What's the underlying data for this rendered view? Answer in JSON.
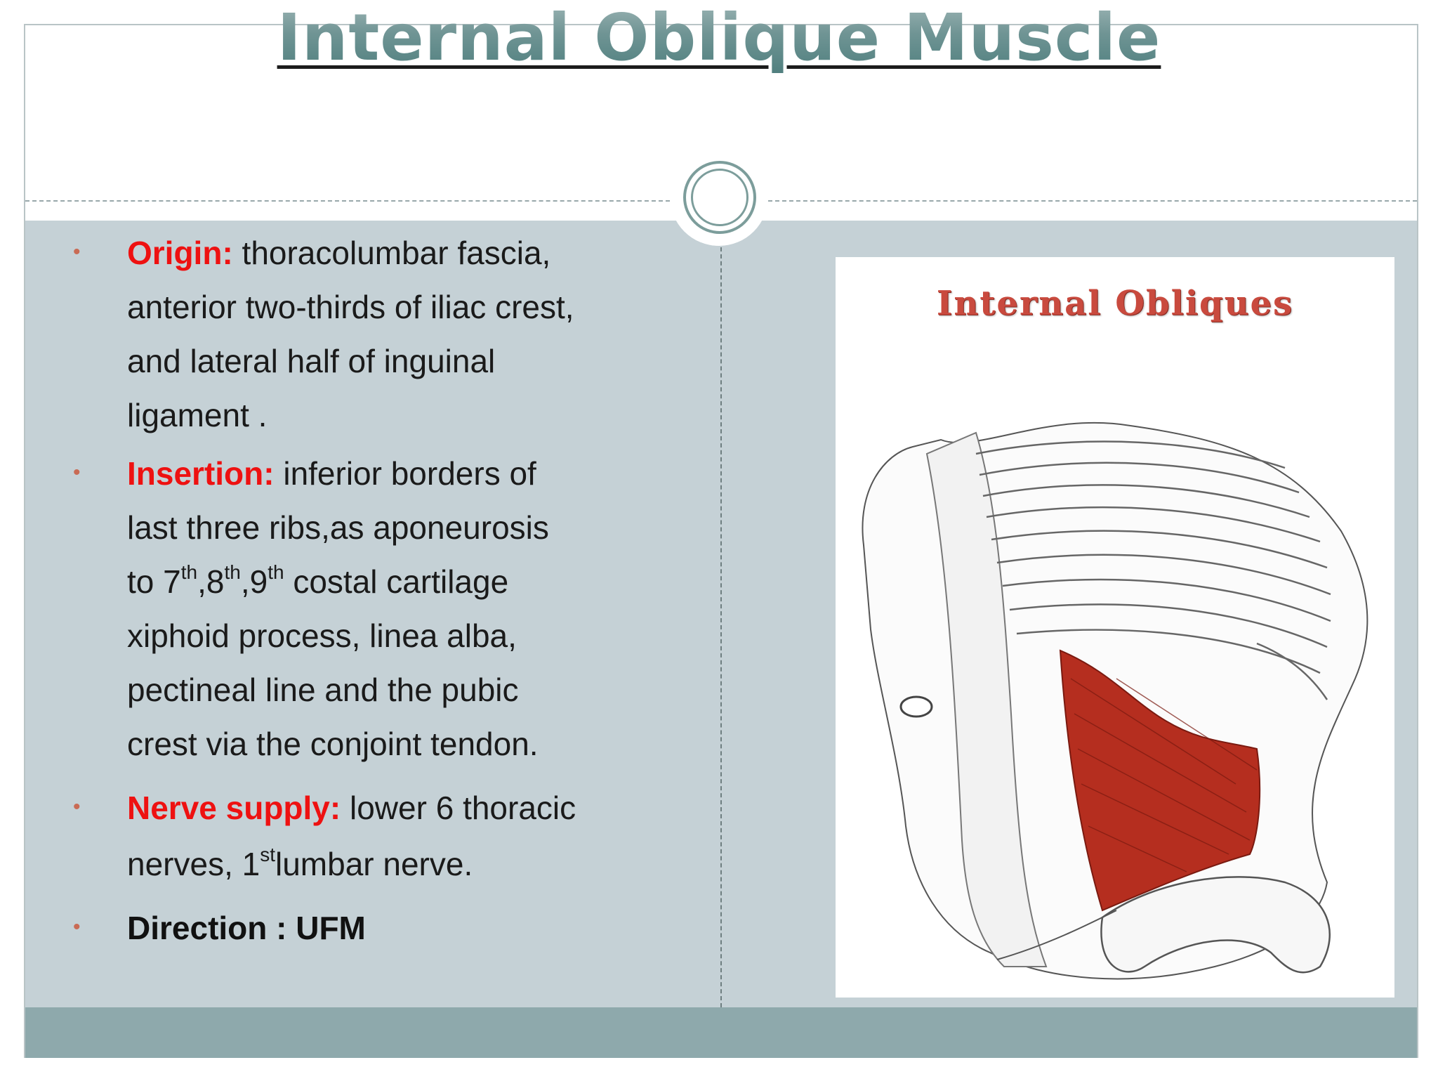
{
  "title": "Internal Oblique Muscle",
  "bullets": {
    "origin": {
      "label": "Origin:",
      "line1": " thoracolumbar fascia,",
      "line2": "anterior two-thirds of iliac crest,",
      "line3": "and  lateral half of inguinal",
      "line4": "ligament ."
    },
    "insertion": {
      "label": "Insertion:",
      "line1": " inferior borders of",
      "line2": "last three ribs,as aponeurosis",
      "line3_a": "to 7",
      "line3_sup1": "th",
      "line3_b": ",8",
      "line3_sup2": "th",
      "line3_c": ",9",
      "line3_sup3": "th",
      "line3_d": " costal cartilage",
      "line4": "xiphoid process, linea alba,",
      "line5": "pectineal line and the pubic",
      "line6": "crest via the conjoint tendon."
    },
    "nerve": {
      "label": "Nerve supply:",
      "line1": " lower 6 thoracic",
      "line2_a": "nerves, 1",
      "line2_sup": "st",
      "line2_b": "lumbar nerve."
    },
    "direction": {
      "text": "Direction : UFM"
    }
  },
  "figure": {
    "title": "Internal Obliques",
    "muscle_color": "#b52e1f"
  },
  "colors": {
    "label_red": "#ee1111",
    "content_bg": "#c5d1d6",
    "footer_band": "#8ea9ac",
    "title_teal": "#5f8f8f"
  }
}
